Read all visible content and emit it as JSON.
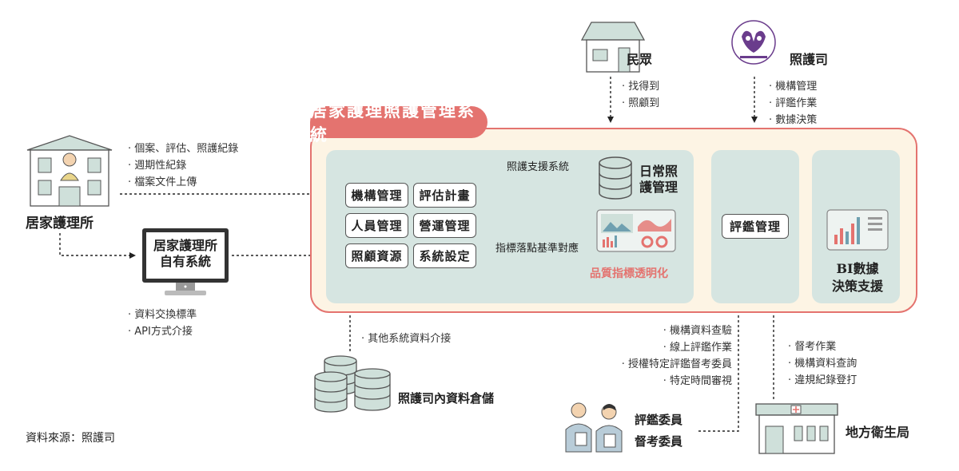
{
  "system": {
    "title": "居家護理照護管理系統",
    "functions": [
      "機構管理",
      "評估計畫",
      "人員管理",
      "營運管理",
      "照顧資源",
      "系統設定"
    ],
    "support_link": "照護支援系統",
    "indicator_link": "指標落點基準對應",
    "daily_care": "日常照\n護管理",
    "quality": "品質指標透明化",
    "evaluation": "評鑑管理",
    "bi": "BI數據\n決策支援"
  },
  "public": {
    "label": "民眾",
    "items": [
      "找得到",
      "照顧到"
    ]
  },
  "department": {
    "label": "照護司",
    "items": [
      "機構管理",
      "評鑑作業",
      "數據決策"
    ]
  },
  "agency": {
    "label": "居家護理所",
    "items": [
      "個案、評估、照護紀錄",
      "週期性紀錄",
      "檔案文件上傳"
    ]
  },
  "own_system": {
    "label": "居家護理所\n自有系統",
    "items": [
      "資料交換標準",
      "API方式介接"
    ]
  },
  "warehouse": {
    "label": "照護司內資料倉儲",
    "items": [
      "其他系統資料介接"
    ]
  },
  "committee": {
    "label1": "評鑑委員",
    "label2": "督考委員",
    "items": [
      "機構資料查驗",
      "線上評鑑作業",
      "授權特定評鑑督考委員",
      "特定時間審視"
    ]
  },
  "health_bureau": {
    "label": "地方衛生局",
    "items": [
      "督考作業",
      "機構資料查詢",
      "違規紀錄登打"
    ]
  },
  "source": "資料來源：照護司",
  "colors": {
    "accent": "#e4736f",
    "panel": "#d6e5e1",
    "system_bg": "#fdf4e4",
    "building": "#cfe0da"
  }
}
